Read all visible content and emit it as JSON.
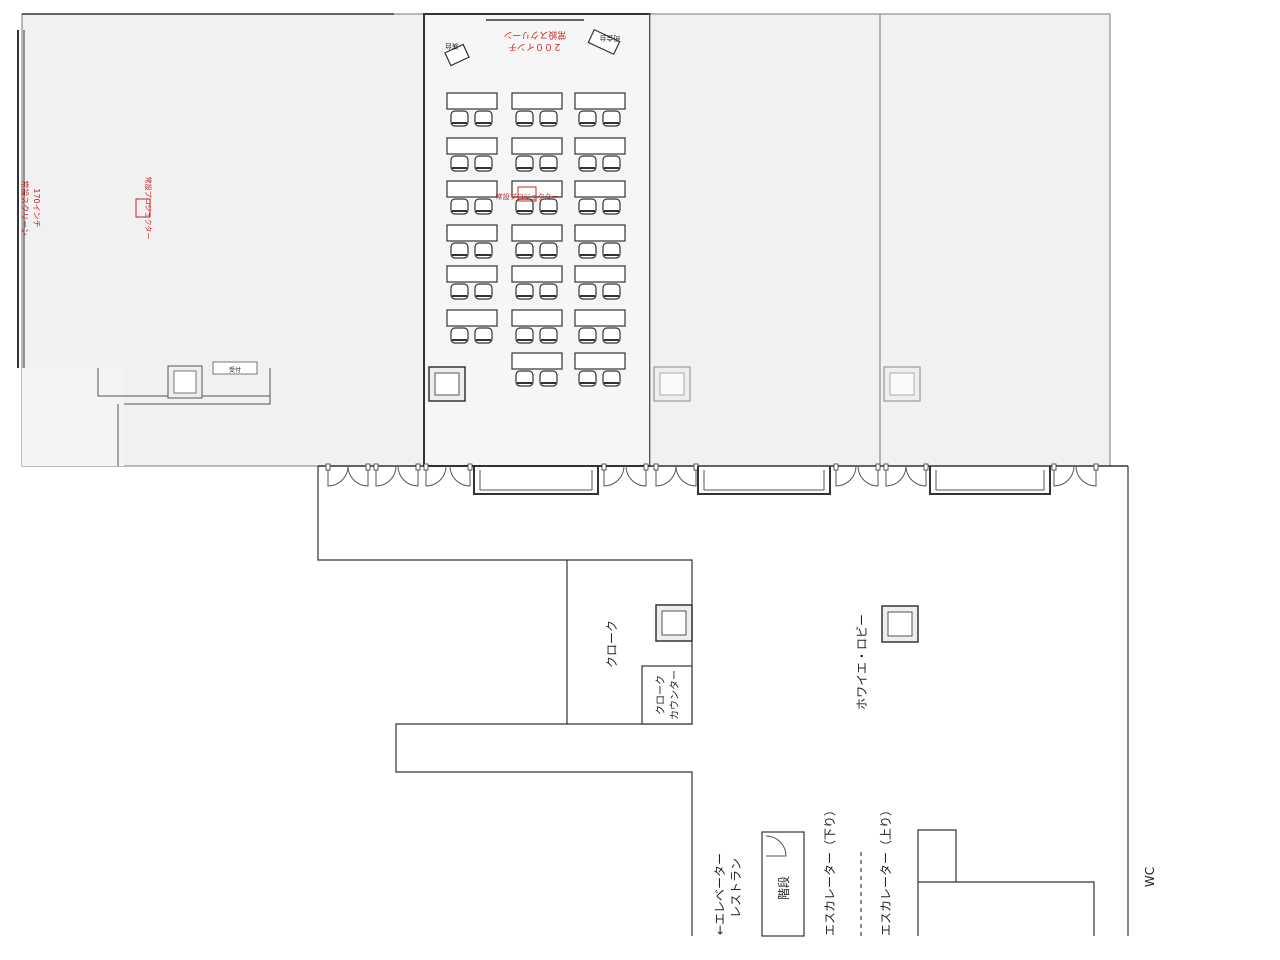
{
  "labels": {
    "screen_left": "常設スクリーン",
    "screen_left_size": "170インチ",
    "projector_left": "常設プロジェクター",
    "screen_center": "常設スクリーン",
    "screen_center_size": "２００インチ",
    "projector_center": "常設プロジェクター",
    "lectern": "演台",
    "podium": "司会台",
    "counter_left": "受付",
    "cloak": "クローク",
    "cloak_counter_1": "クローク",
    "cloak_counter_2": "カウンター",
    "foyer": "ホワイエ・ロビー",
    "elevator_1": "←エレベーター",
    "elevator_2": "レストラン",
    "stairs": "階段",
    "escalator_down": "エスカレーター（下り）",
    "escalator_up": "エスカレーター（上り）",
    "wc": "WC"
  },
  "classroom": {
    "rows": 7,
    "cols": 3,
    "first_row_empty_cols": [],
    "last_row_empty_cols": [
      0
    ]
  },
  "colors": {
    "room_fill": "#f1f1f1",
    "wall": "#333333",
    "accent_red": "#cc2222"
  }
}
